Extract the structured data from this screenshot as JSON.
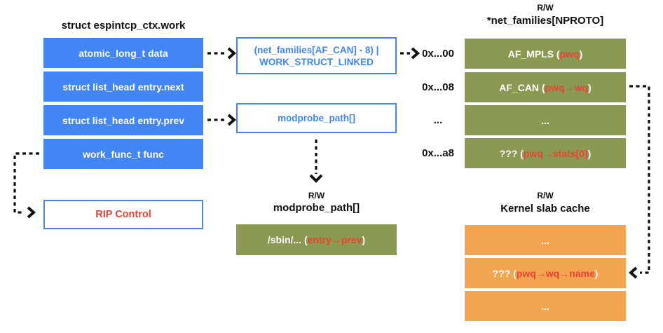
{
  "colors": {
    "field_blue": "#4285F4",
    "table_olive": "#8B9A53",
    "slab_orange": "#F3A44F",
    "highlight_red": "#EA4335",
    "ink": "#111111"
  },
  "espintcp_struct": {
    "title": "struct espintcp_ctx.work",
    "fields": [
      {
        "label": "atomic_long_t data"
      },
      {
        "label": "struct list_head entry.next"
      },
      {
        "label": "struct list_head entry.prev"
      },
      {
        "label": "work_func_t func"
      }
    ],
    "rip_box": {
      "label": "RIP Control"
    }
  },
  "payload_boxes": {
    "data_value": {
      "line1": "(net_families[AF_CAN] - 8) |",
      "line2": "WORK_STRUCT_LINKED"
    },
    "prev_value": {
      "label": "modprobe_path[]"
    }
  },
  "modprobe_table": {
    "access": "R/W",
    "title": "modprobe_path[]",
    "row": {
      "pre": "/sbin/... (",
      "hl": "entry→prev",
      "post": ")"
    }
  },
  "net_families_table": {
    "access": "R/W",
    "title": "*net_families[NPROTO]",
    "rows": [
      {
        "offset": "0x...00",
        "pre": "AF_MPLS (",
        "hl": "pwq",
        "post": ")"
      },
      {
        "offset": "0x...08",
        "pre": "AF_CAN (",
        "hl": "pwq→wq",
        "post": ")"
      },
      {
        "offset": "...",
        "pre": "...",
        "hl": "",
        "post": ""
      },
      {
        "offset": "0x...a8",
        "pre": "??? (",
        "hl": "pwq→stats[0]",
        "post": ")"
      }
    ]
  },
  "slab_table": {
    "access": "R/W",
    "title": "Kernel slab cache",
    "rows": [
      {
        "pre": "...",
        "hl": "",
        "post": ""
      },
      {
        "pre": "??? (",
        "hl": "pwq→wq→name",
        "post": ")"
      },
      {
        "pre": "...",
        "hl": "",
        "post": ""
      }
    ]
  }
}
